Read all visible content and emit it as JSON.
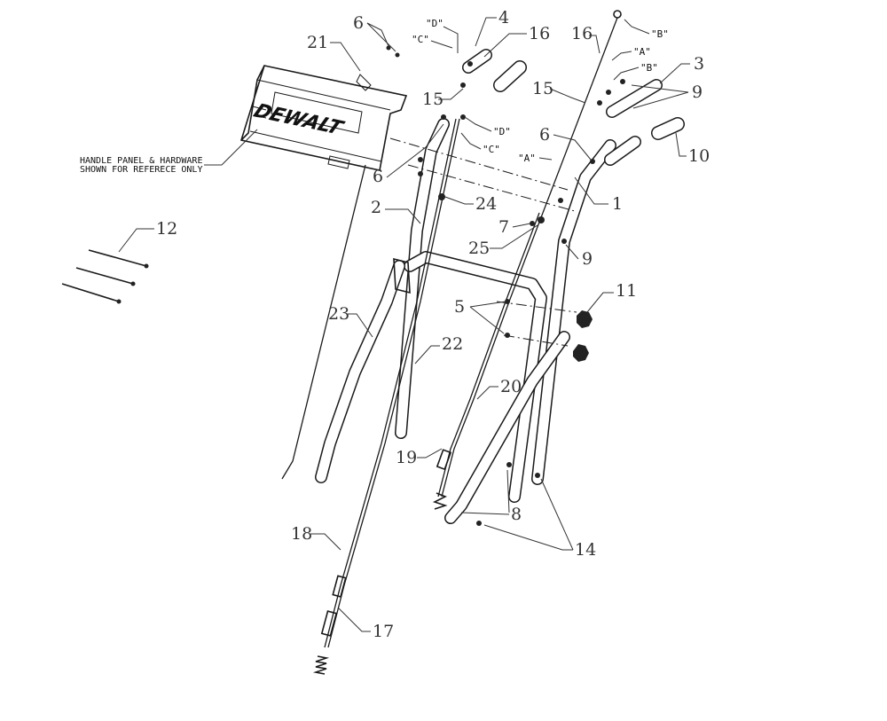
{
  "note": {
    "line1": "HANDLE PANEL & HARDWARE",
    "line2": "SHOWN FOR REFERECE ONLY"
  },
  "logo": "DEWALT",
  "callouts": {
    "c1": "1",
    "c2": "2",
    "c3": "3",
    "c4": "4",
    "c5": "5",
    "c6a": "6",
    "c6b": "6",
    "c6c": "6",
    "c7": "7",
    "c8": "8",
    "c9a": "9",
    "c9b": "9",
    "c10": "10",
    "c11": "11",
    "c12": "12",
    "c14": "14",
    "c15a": "15",
    "c15b": "15",
    "c16a": "16",
    "c16b": "16",
    "c17": "17",
    "c18": "18",
    "c19": "19",
    "c20": "20",
    "c21": "21",
    "c22": "22",
    "c23": "23",
    "c24": "24",
    "c25": "25"
  },
  "tags": {
    "d_top": "\"D\"",
    "c_top": "\"C\"",
    "d_mid": "\"D\"",
    "c_mid": "\"C\"",
    "b_top": "\"B\"",
    "a_top": "\"A\"",
    "b_mid": "\"B\"",
    "a_mid": "\"A\""
  }
}
